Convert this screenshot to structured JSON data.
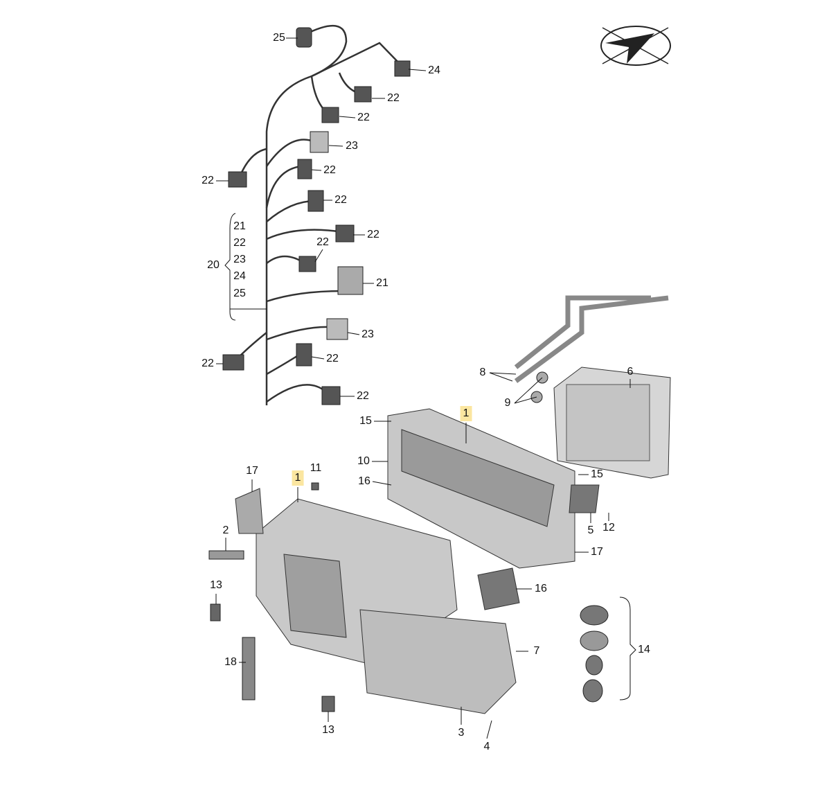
{
  "diagram": {
    "title_logo": "orientation-arrow-logo",
    "callouts": [
      "25",
      "24",
      "22",
      "22",
      "23",
      "22",
      "22",
      "22",
      "22",
      "22",
      "21",
      "23",
      "22",
      "22",
      "22",
      "20",
      "21",
      "22",
      "23",
      "24",
      "25",
      "8",
      "9",
      "6",
      "1",
      "15",
      "10",
      "16",
      "15",
      "11",
      "1",
      "17",
      "2",
      "5",
      "12",
      "17",
      "16",
      "13",
      "14",
      "7",
      "18",
      "13",
      "3",
      "4"
    ],
    "colors": {
      "highlight": "#fbe6a0",
      "part_fill": "#cfcfcf",
      "part_dark": "#4a4a4a"
    }
  }
}
